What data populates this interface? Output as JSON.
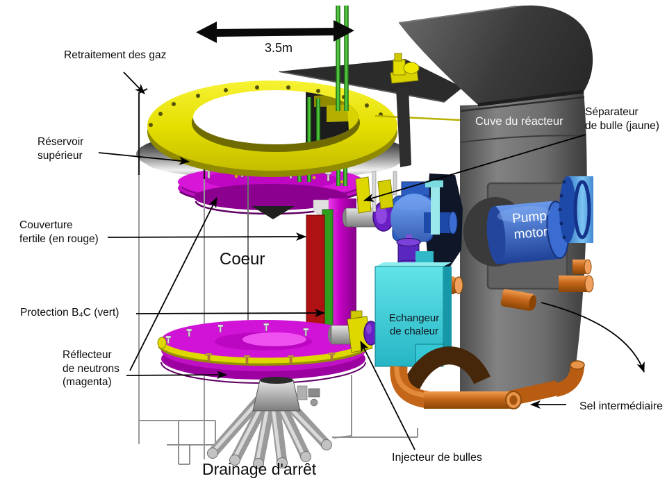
{
  "figure": {
    "type": "annotated-cutaway-diagram",
    "subject": "Molten salt fast reactor (MSFR) cutaway with French annotations",
    "dimension_label": "3.5m"
  },
  "labels": {
    "gas_reprocessing": "Retraitement des gaz",
    "upper_reservoir": [
      "Réservoir",
      "supérieur"
    ],
    "reactor_vessel": "Cuve du réacteur",
    "bubble_separator": [
      "Séparateur",
      "de bulle (jaune)"
    ],
    "fertile_blanket": [
      "Couverture",
      "fertile (en rouge)"
    ],
    "core": "Coeur",
    "b4c_protection": "Protection B₄C (vert)",
    "neutron_reflector": [
      "Réflecteur",
      "de neutrons",
      "(magenta)"
    ],
    "pump_motor": [
      "Pump",
      "motor"
    ],
    "heat_exchanger": [
      "Echangeur",
      "de chaleur"
    ],
    "intermediate_salt": "Sel intermédiaire",
    "bubble_injector": "Injecteur de bulles",
    "shutdown_drain": "Drainage d'arrêt"
  },
  "colors": {
    "fertile_blanket_red": "#ae1212",
    "b4c_green": "#2e9e1c",
    "reflector_magenta": "#c800c8",
    "separator_yellow": "#ded800",
    "gas_ring_yellow": "#e8e000",
    "heat_exchanger_cyan": "#3cc8d4",
    "pump_blue": "#2d5fc0",
    "salt_pipe_orange": "#c4661a",
    "vessel_gray": "#6e6e6e"
  }
}
